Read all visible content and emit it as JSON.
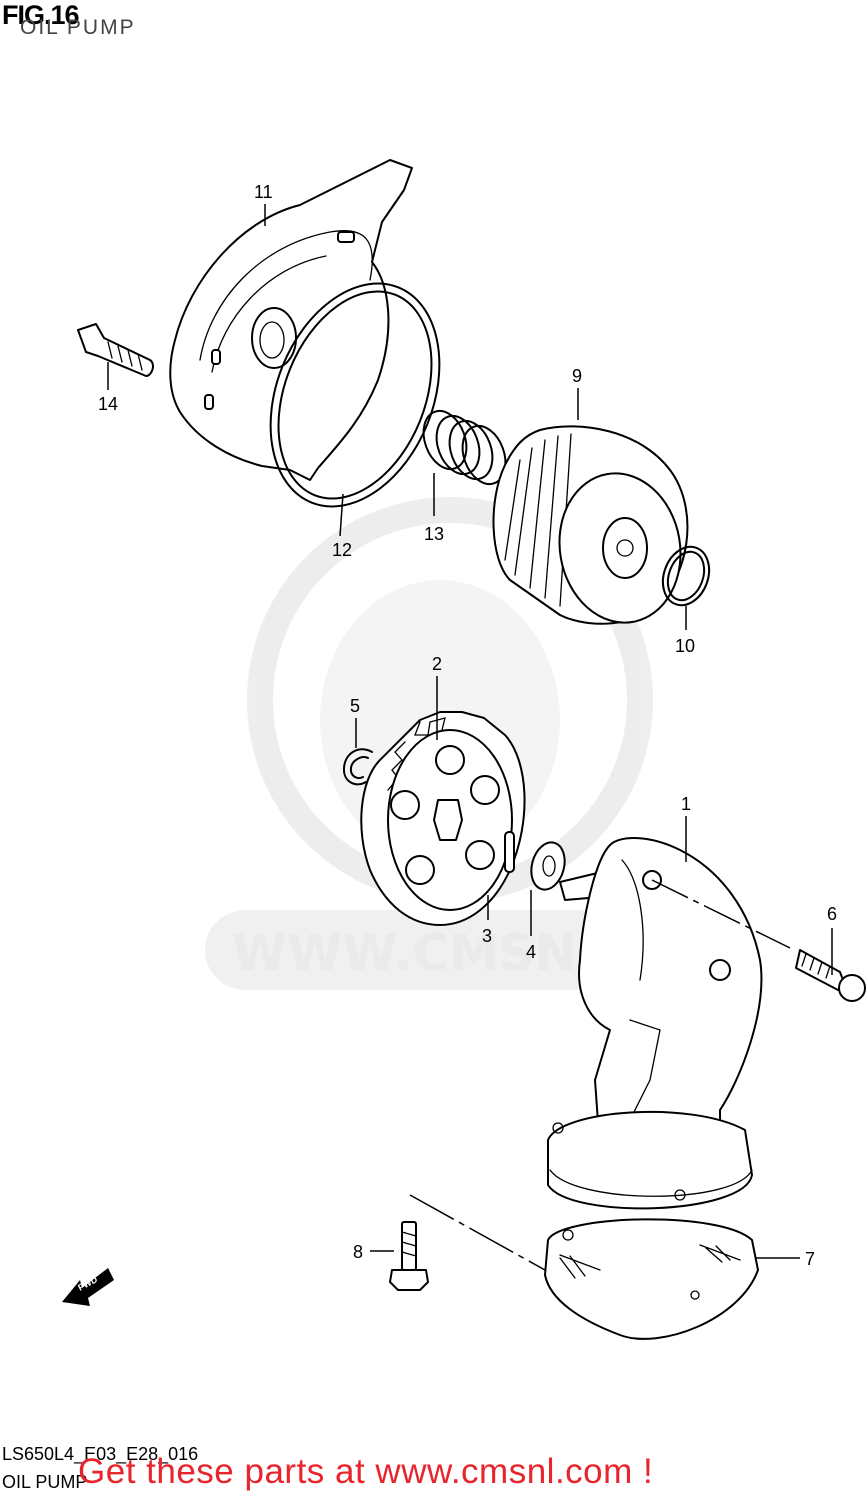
{
  "figure": {
    "title": "FIG.16",
    "subtitle": "OIL PUMP"
  },
  "watermark": {
    "text": "WWW.CMSNL.COM"
  },
  "parts": {
    "p1": "1",
    "p2": "2",
    "p3": "3",
    "p4": "4",
    "p5": "5",
    "p6": "6",
    "p7": "7",
    "p8": "8",
    "p9": "9",
    "p10": "10",
    "p11": "11",
    "p12": "12",
    "p13": "13",
    "p14": "14"
  },
  "fwd_label": "FWD",
  "footer": {
    "ref_code": "LS650L4_E03_E28_016",
    "title": "OIL PUMP",
    "promo": "Get these parts at www.cmsnl.com !",
    "promo_color": "#e8242c"
  }
}
